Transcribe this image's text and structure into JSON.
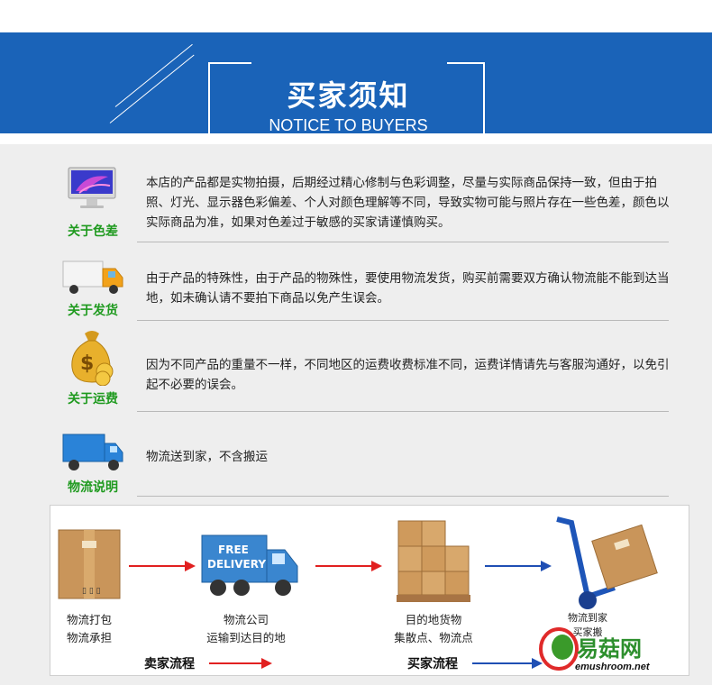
{
  "header": {
    "title_cn": "买家须知",
    "title_en": "NOTICE TO BUYERS",
    "bg_color": "#1a63b8"
  },
  "sections": [
    {
      "label": "关于色差",
      "icon": "monitor-icon",
      "text": "本店的产品都是实物拍摄，后期经过精心修制与色彩调整，尽量与实际商品保持一致，但由于拍照、灯光、显示器色彩偏差、个人对颜色理解等不同，导致实物可能与照片存在一些色差，颜色以实际商品为准，如果对色差过于敏感的买家请谨慎购买。"
    },
    {
      "label": "关于发货",
      "icon": "truck-icon",
      "text": "由于产品的特殊性，由于产品的物殊性，要使用物流发货，购买前需要双方确认物流能不能到达当地，如未确认请不要拍下商品以免产生误会。"
    },
    {
      "label": "关于运费",
      "icon": "money-bag-icon",
      "text": "因为不同产品的重量不一样，不同地区的运费收费标准不同，运费详情请先与客服沟通好，以免引起不必要的误会。"
    },
    {
      "label": "物流说明",
      "icon": "delivery-truck-icon",
      "text": "物流送到家，不含搬运"
    }
  ],
  "flow": {
    "steps": [
      {
        "line1": "物流打包",
        "line2": "物流承担",
        "icon": "box-icon"
      },
      {
        "line1": "物流公司",
        "line2": "运输到达目的地",
        "icon": "free-delivery-truck-icon",
        "truck_text_1": "FREE",
        "truck_text_2": "DELIVERY"
      },
      {
        "line1": "目的地货物",
        "line2": "集散点、物流点",
        "icon": "pallet-boxes-icon"
      },
      {
        "line1": "物流到家",
        "line2": "买家搬",
        "icon": "hand-truck-icon"
      }
    ],
    "seller_label": "卖家流程",
    "buyer_label": "买家流程",
    "red_color": "#e12020",
    "blue_color": "#1f4fb4"
  },
  "watermark": {
    "name": "易菇网",
    "url": "emushroom.net"
  }
}
